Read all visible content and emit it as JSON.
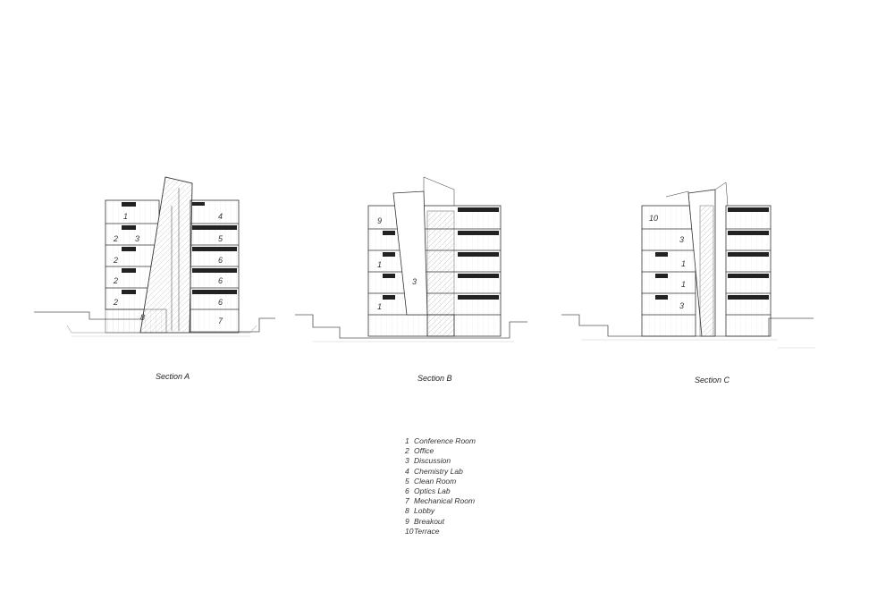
{
  "sections": [
    {
      "title": "Section A",
      "rooms": [
        "1",
        "4",
        "2",
        "3",
        "5",
        "2",
        "6",
        "2",
        "6",
        "2",
        "6",
        "8",
        "7"
      ]
    },
    {
      "title": "Section B",
      "rooms": [
        "9",
        "1",
        "3",
        "1"
      ]
    },
    {
      "title": "Section C",
      "rooms": [
        "10",
        "3",
        "1",
        "1",
        "3"
      ]
    }
  ],
  "legend": [
    {
      "num": "1",
      "label": "Conference Room"
    },
    {
      "num": "2",
      "label": "Office"
    },
    {
      "num": "3",
      "label": "Discussion"
    },
    {
      "num": "4",
      "label": "Chemistry Lab"
    },
    {
      "num": "5",
      "label": "Clean Room"
    },
    {
      "num": "6",
      "label": "Optics Lab"
    },
    {
      "num": "7",
      "label": "Mechanical Room"
    },
    {
      "num": "8",
      "label": "Lobby"
    },
    {
      "num": "9",
      "label": "Breakout"
    },
    {
      "num": "10",
      "label": "Terrace"
    }
  ]
}
